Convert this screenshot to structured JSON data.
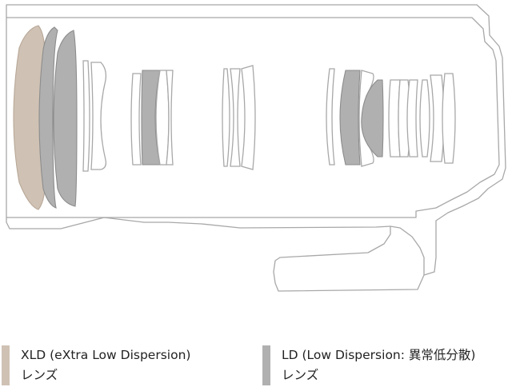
{
  "colors": {
    "xld": "#cfc2b4",
    "ld": "#b0b0b0",
    "outline": "#a8a8a8"
  },
  "legend": [
    {
      "key": "xld",
      "line1": "XLD (eXtra Low Dispersion)",
      "line2": "レンズ"
    },
    {
      "key": "ld",
      "line1": "LD (Low Dispersion: 異常低分散)",
      "line2": "レンズ"
    }
  ]
}
